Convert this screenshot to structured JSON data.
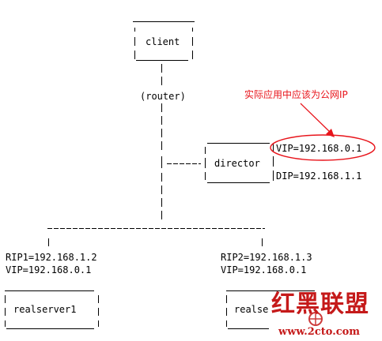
{
  "nodes": {
    "client": "client",
    "router": "(router)",
    "director": "director",
    "realserver1": "realserver1",
    "realserver2_partial": "realse"
  },
  "addresses": {
    "director_vip": "VIP=192.168.0.1",
    "director_dip": "DIP=192.168.1.1",
    "rs1_rip": "RIP1=192.168.1.2",
    "rs1_vip": "VIP=192.168.0.1",
    "rs2_rip": "RIP2=192.168.1.3",
    "rs2_vip": "VIP=192.168.0.1"
  },
  "annotation": {
    "text": "实际应用中应该为公网IP",
    "color": "#e8141b"
  },
  "watermark": {
    "brand": "红黑联盟",
    "url": "www.2cto.com",
    "color": "#c51a1a"
  }
}
